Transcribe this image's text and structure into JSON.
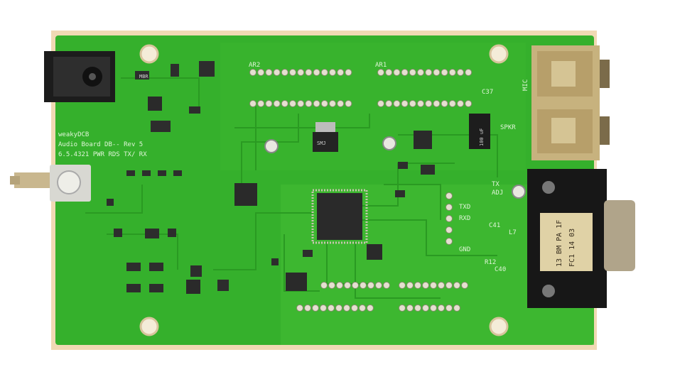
{
  "board": {
    "labels": {
      "ar2": "AR2",
      "ar1": "AR1",
      "mic": "MIC",
      "spkr": "SPKR",
      "tx": "TX",
      "adj": "ADJ",
      "txd": "TXD",
      "rxd": "RXD",
      "gnd": "GND",
      "c37": "C37",
      "c41": "C41",
      "l7": "L7",
      "r12": "R12",
      "c40": "C40"
    },
    "silk_left": [
      "weakyDCB",
      "Audio Board DB-- Rev 5",
      "6.5.4321 PWR RDS TX/ RX"
    ],
    "regulator_marking": "SMJ",
    "transistor_marking": "MBR",
    "capacitor_marking": "100 uF",
    "db9_marking": [
      "13 BM PA 1F",
      "FC1 14 03"
    ]
  },
  "colors": {
    "pcb": "#35b02c",
    "pcb_light": "#4cc43a",
    "pcb_dark": "#239021",
    "board_edge": "#f0d9b4",
    "copper": "#e4e0d0",
    "chip": "#2a2a2a"
  }
}
